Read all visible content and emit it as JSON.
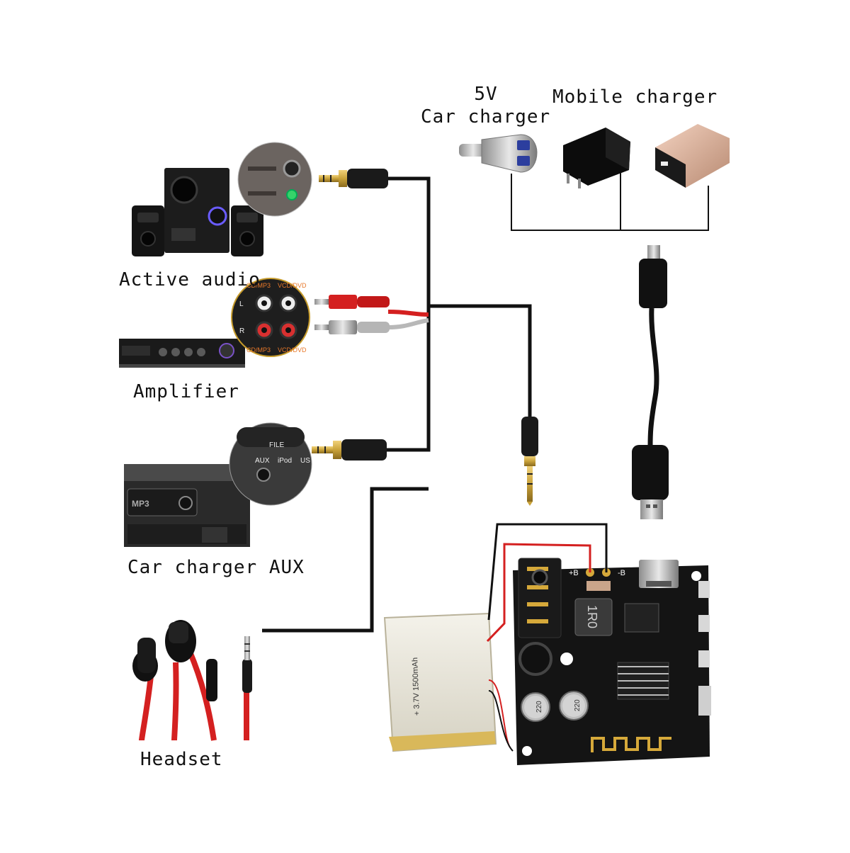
{
  "labels": {
    "active_audio": "Active audio",
    "amplifier": "Amplifier",
    "car_charger_aux": "Car charger AUX",
    "headset": "Headset",
    "car_charger_5v": "5V",
    "car_charger": "Car charger",
    "mobile_charger": "Mobile charger"
  },
  "panel_text": {
    "cd_mp3_left": "CD/MP3",
    "vcd_dvd_left": "VCD/DVD",
    "l": "L",
    "r": "R",
    "aux": "AUX",
    "ipod": "iPod",
    "usb": "US",
    "file": "FILE",
    "plus_b": "+B",
    "minus_b": "-B",
    "inductor": "1R0",
    "cap1": "220",
    "cap2": "220"
  },
  "colors": {
    "wire": "#111111",
    "red_wire": "#d42020",
    "gold_plug": "#c9a23a",
    "pcb": "#141414",
    "battery": "#e9e6dc"
  }
}
